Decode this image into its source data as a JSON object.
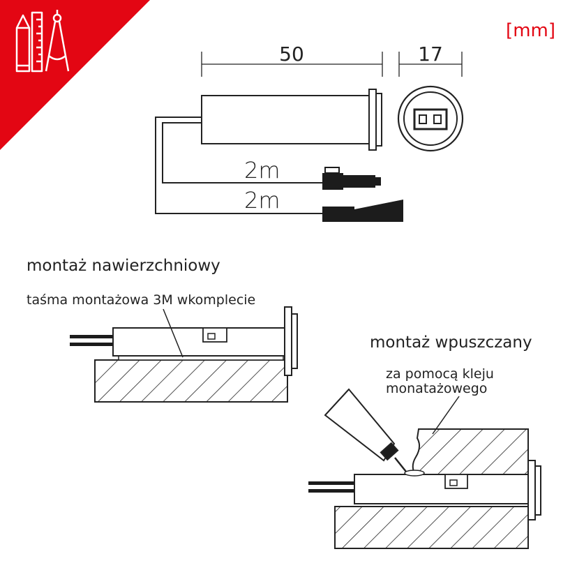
{
  "unit_label": "[mm]",
  "dimensions": {
    "length": "50",
    "diameter": "17"
  },
  "cables": [
    {
      "length": "2m"
    },
    {
      "length": "2m"
    }
  ],
  "surface_mount": {
    "title": "montaż nawierzchniowy",
    "note": "taśma montażowa 3M wkomplecie"
  },
  "recessed_mount": {
    "title": "montaż wpuszczany",
    "note_lines": [
      "za pomocą kleju",
      "monatażowego"
    ]
  },
  "logo": {
    "icon": "drafting-tools-icon"
  },
  "colors": {
    "accent": "#e30613",
    "line": "#222222",
    "text": "#222222"
  }
}
